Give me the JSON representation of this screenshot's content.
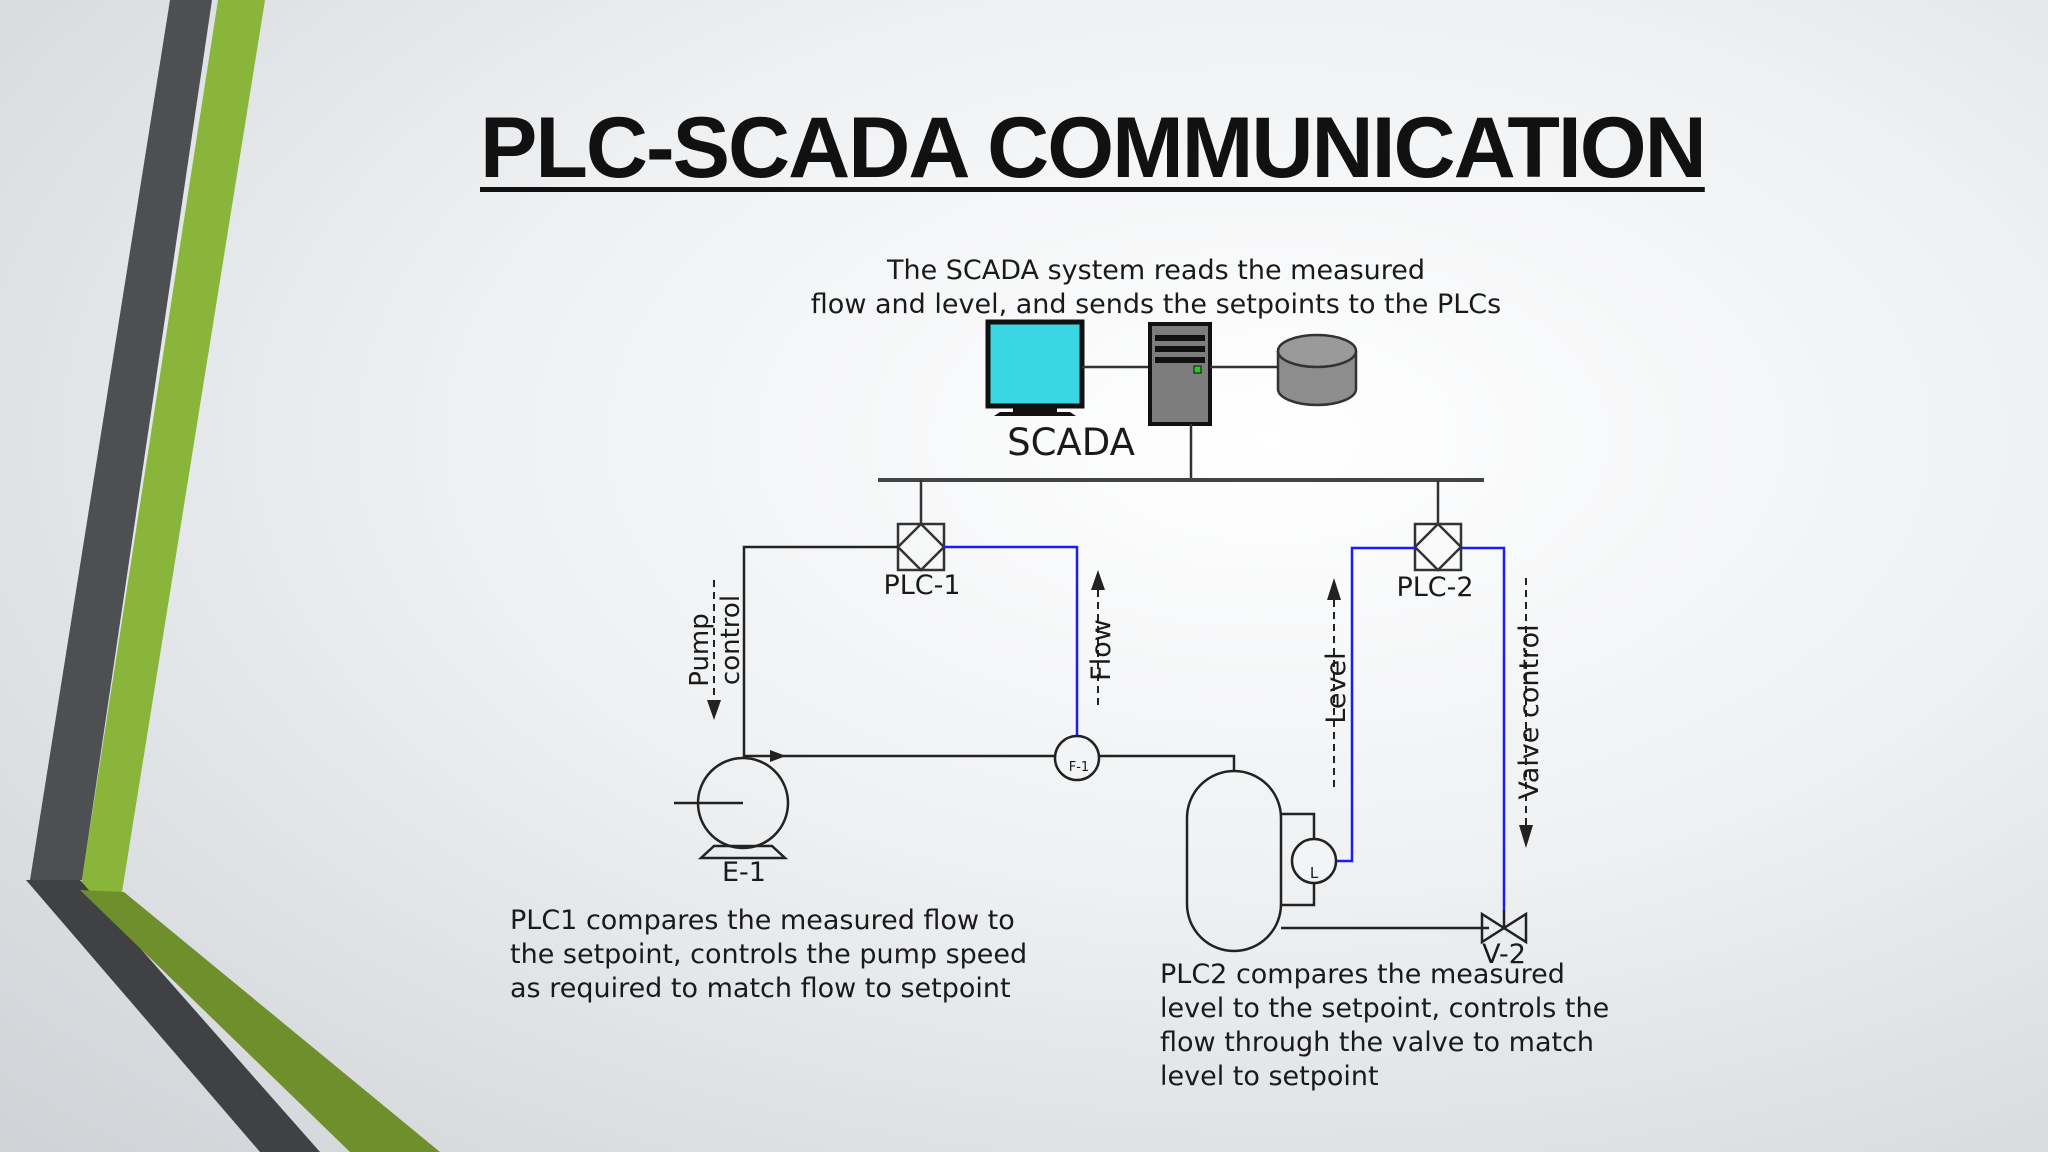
{
  "slide": {
    "title": "PLC-SCADA COMMUNICATION",
    "colors": {
      "accent_green": "#8ab53b",
      "accent_dark": "#4d4f52",
      "line_blue": "#1a1aff",
      "monitor_cyan": "#3ad6e4"
    }
  },
  "diagram": {
    "scada_caption": [
      "The SCADA system reads the measured",
      "flow and level, and sends the setpoints to the PLCs"
    ],
    "scada_label": "SCADA",
    "plc1_label": "PLC-1",
    "plc2_label": "PLC-2",
    "pump_control_label": [
      "Pump",
      "control"
    ],
    "flow_label": "Flow",
    "level_label": "Level",
    "valve_control_label": "Valve control",
    "flow_meter_tag": "F-1",
    "level_sensor_tag": "L",
    "pump_tag": "E-1",
    "valve_tag": "V-2",
    "icons": [
      "monitor-icon",
      "server-icon",
      "database-icon",
      "pump-icon",
      "vessel-icon",
      "valve-icon"
    ],
    "plc1_caption": [
      "PLC1 compares the measured flow to",
      "the setpoint, controls the pump speed",
      "as required to match flow to setpoint"
    ],
    "plc2_caption": [
      "PLC2 compares the measured",
      "level to the setpoint, controls the",
      "flow through the valve to match",
      "level to setpoint"
    ]
  }
}
